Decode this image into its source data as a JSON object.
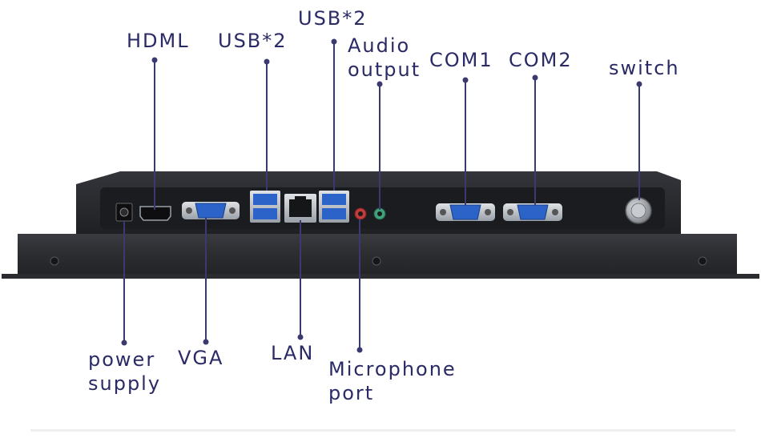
{
  "labels": {
    "hdmi": "HDML",
    "usb_a": "USB*2",
    "usb_b": "USB*2",
    "audio_1": "Audio",
    "audio_2": "output",
    "com1": "COM1",
    "com2": "COM2",
    "switch": "switch",
    "power_1": "power",
    "power_2": "supply",
    "vga": "VGA",
    "lan": "LAN",
    "mic_1": "Microphone",
    "mic_2": "port"
  },
  "colors": {
    "label_text": "#2a2a66",
    "leader_line": "#3a3a70",
    "chassis_dark": "#26272b",
    "chassis_front": "#2e2f33",
    "port_blue": "#2b63c9",
    "port_silver": "#b8bcc2"
  }
}
